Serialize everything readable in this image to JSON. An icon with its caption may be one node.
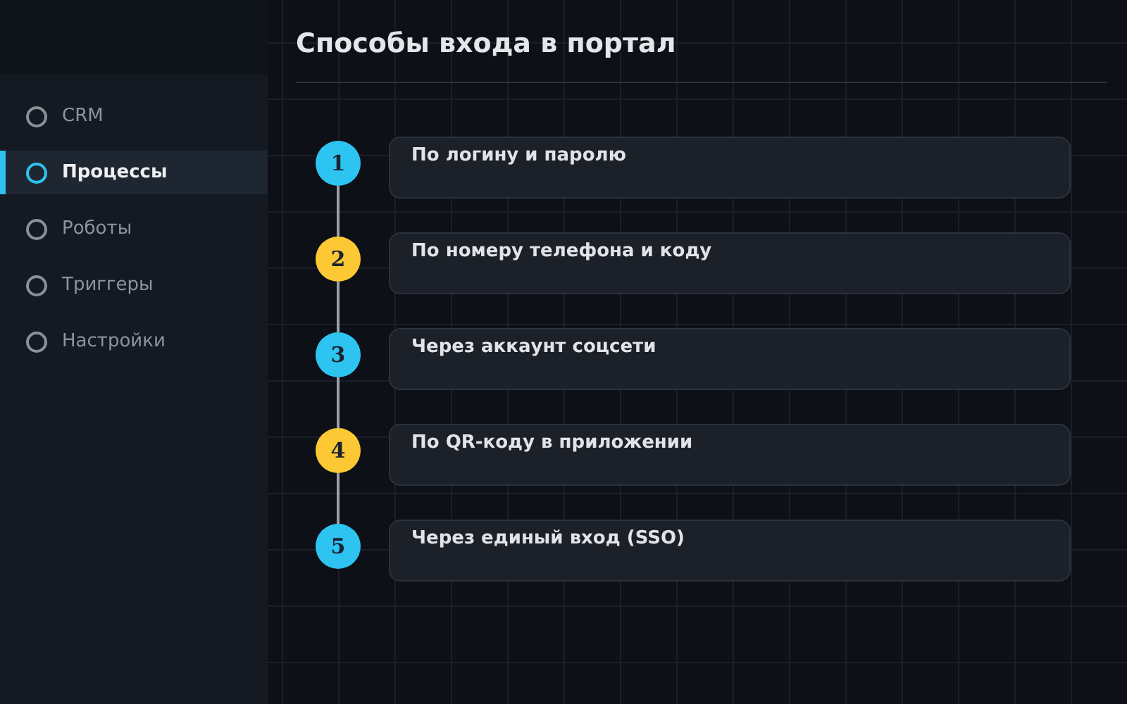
{
  "diagram": {
    "title": "Способы входа в портал",
    "nodes": [
      {
        "text": [
          "1"
        ]
      },
      {
        "text": [
          "По логину и паролю"
        ]
      },
      {
        "text": [
          "2"
        ]
      },
      {
        "text": [
          "По номеру телефона и коду"
        ]
      },
      {
        "text": [
          "3"
        ]
      },
      {
        "text": [
          "Через аккаунт соцсети"
        ]
      },
      {
        "text": [
          "4"
        ]
      },
      {
        "text": [
          "По QR-коду в приложении"
        ]
      },
      {
        "text": [
          "5"
        ]
      },
      {
        "text": [
          "Через единый вход (SSO)"
        ]
      }
    ],
    "edges": [
      {
        "from": 0,
        "to": 2,
        "arrow": "none"
      },
      {
        "from": 2,
        "to": 4,
        "arrow": "none"
      },
      {
        "from": 4,
        "to": 6,
        "arrow": "none"
      },
      {
        "from": 6,
        "to": 8,
        "arrow": "none"
      }
    ],
    "labels": [
      "CRM",
      "Процессы",
      "Роботы",
      "Триггеры",
      "Настройки"
    ]
  }
}
